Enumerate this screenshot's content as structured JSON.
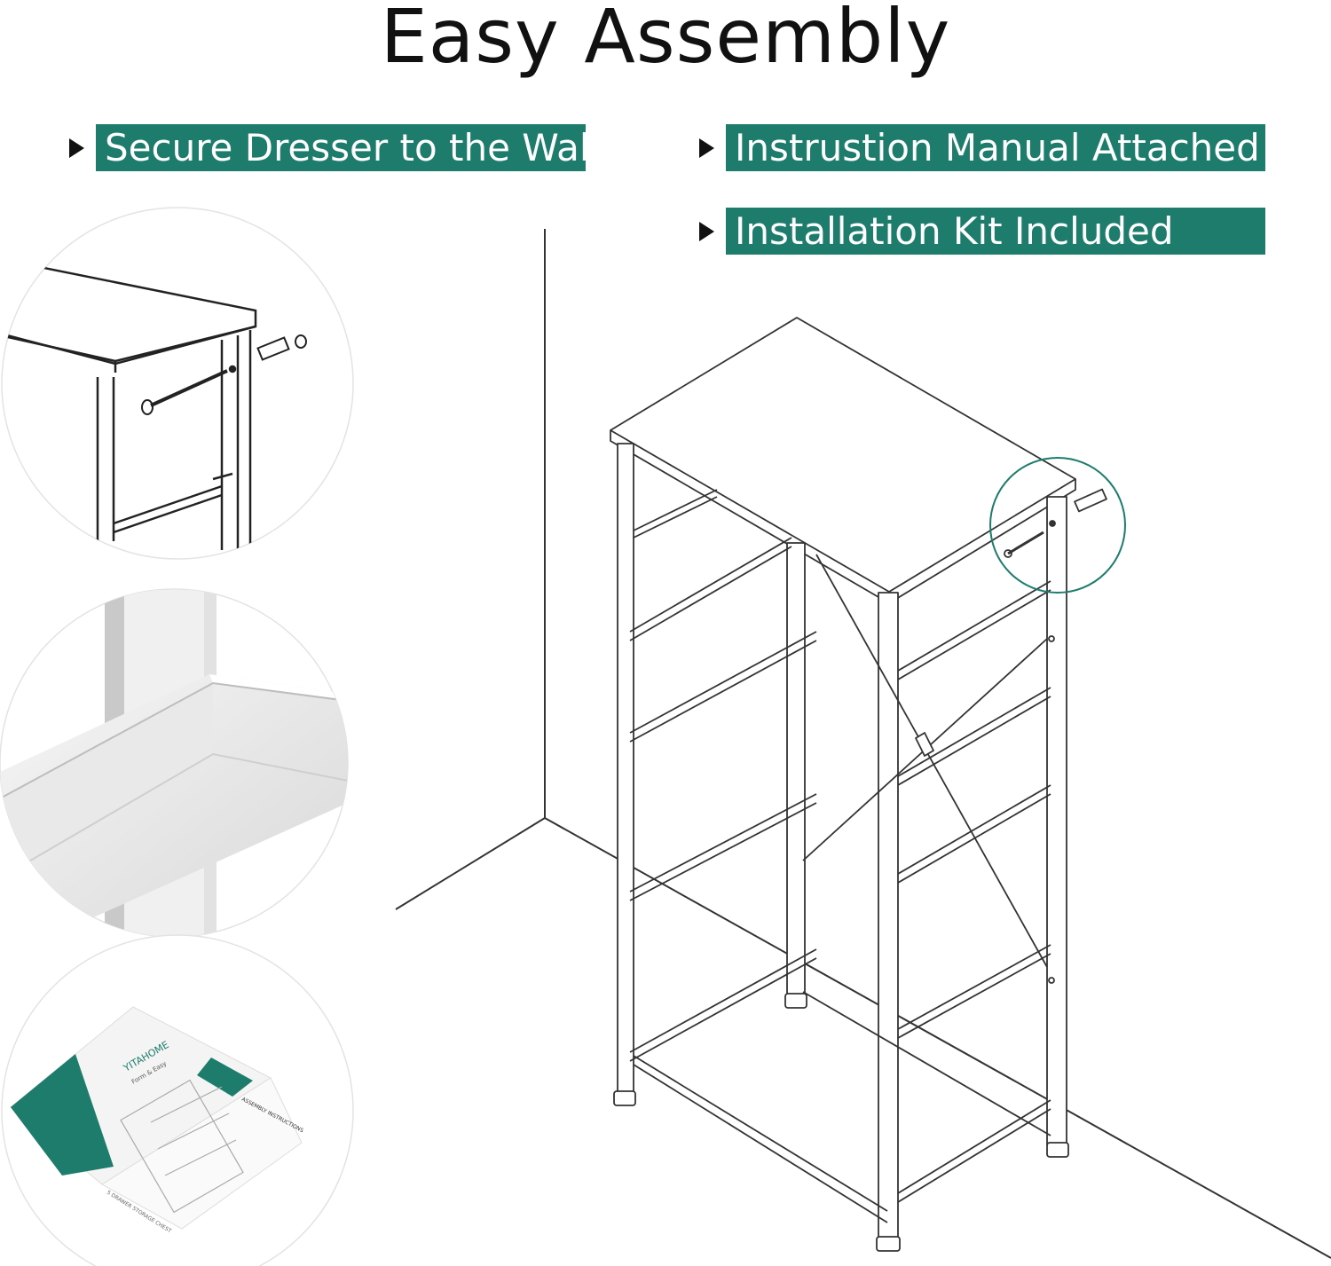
{
  "title": "Easy Assembly",
  "features": [
    {
      "label": "Secure Dresser to the Wall"
    },
    {
      "label": "Instrustion Manual Attached"
    },
    {
      "label": "Installation Kit Included"
    }
  ],
  "colors": {
    "accent": "#1d7c6b",
    "text": "#111111",
    "line": "#333333"
  },
  "manual": {
    "brand": "YITAHOME",
    "tagline": "Form & Easy",
    "heading": "ASSEMBLY INSTRUCTIONS",
    "product": "5 DRAWER STORAGE CHEST"
  }
}
